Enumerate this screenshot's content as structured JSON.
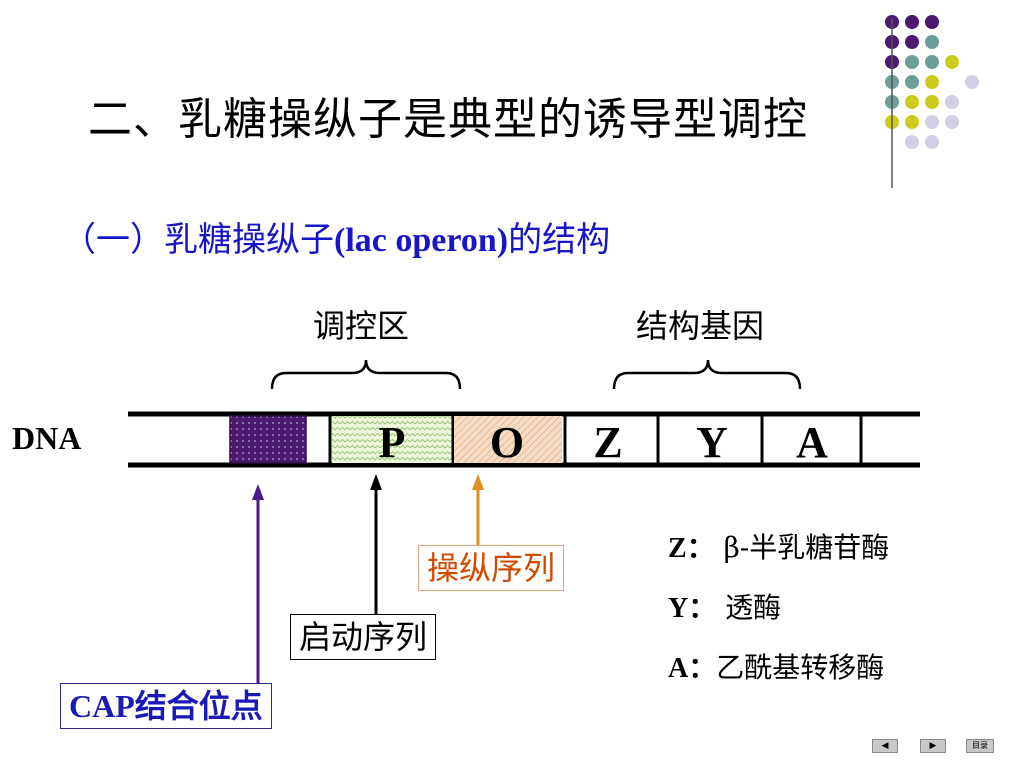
{
  "title": "二、乳糖操纵子是典型的诱导型调控",
  "subtitle": {
    "prefix": "（一）乳糖操纵子",
    "latin": "(lac operon)",
    "suffix": "的结构"
  },
  "regions": {
    "regulatory": "调控区",
    "structural": "结构基因"
  },
  "dna_label": "DNA",
  "genes": {
    "P": "P",
    "O": "O",
    "Z": "Z",
    "Y": "Y",
    "A": "A"
  },
  "callouts": {
    "operator": "操纵序列",
    "promoter": "启动序列",
    "cap_latin": "CAP",
    "cap_suffix": "结合位点"
  },
  "legend": {
    "z_code": "Z：",
    "z_text": "β-半乳糖苷酶",
    "y_code": "Y：",
    "y_text": "透酶",
    "a_code": "A：",
    "a_text": "乙酰基转移酶"
  },
  "nav": {
    "prev": "◀",
    "next": "▶",
    "menu": "目录"
  },
  "colors": {
    "dot_purple": "#4b1a6e",
    "dot_teal": "#6f9e98",
    "dot_yellow": "#cccc1e",
    "dot_lavender": "#d0cfe3",
    "cap_site": "#4b1a6e",
    "promoter_fill": "#e6f2d0",
    "operator_fill": "#f4d9bf",
    "arrow_cap": "#4b1a8a",
    "arrow_operator": "#e0901c"
  }
}
